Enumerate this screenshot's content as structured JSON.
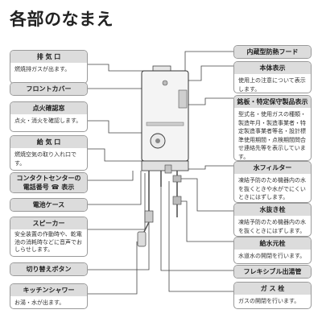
{
  "title": "各部のなまえ",
  "left": [
    {
      "key": "exhaust",
      "label": "排 気 口",
      "desc": "燃焼排ガスが出ます。"
    },
    {
      "key": "front_cover",
      "label": "フロントカバー",
      "desc": ""
    },
    {
      "key": "ignition_window",
      "label": "点火確認窓",
      "desc": "点火・消火を確認します。"
    },
    {
      "key": "intake",
      "label": "給 気 口",
      "desc": "燃焼空気の取り入れ口です。"
    },
    {
      "key": "contact_center",
      "label": "コンタクトセンターの",
      "label2": "電話番号",
      "label3": "表示",
      "desc": ""
    },
    {
      "key": "battery",
      "label": "電池ケース",
      "desc": ""
    },
    {
      "key": "speaker",
      "label": "スピーカー",
      "desc": "安全装置の作動時や、乾電池の消耗時などに音声でおしらせします。"
    },
    {
      "key": "switch_button",
      "label": "切り替えボタン",
      "desc": ""
    },
    {
      "key": "kitchen_shower",
      "label": "キッチンシャワー",
      "desc": "お湯・水が出ます。"
    }
  ],
  "right": [
    {
      "key": "internal_hood",
      "label": "内蔵型防熱フード",
      "desc": ""
    },
    {
      "key": "body_label",
      "label": "本体表示",
      "desc": "使用上の注意について表示します。"
    },
    {
      "key": "nameplate",
      "label": "銘板・特定保守製品表示",
      "desc": "型式名・使用ガスの種類・製造年月・製造事業者・特定製造事業者等名・設計標準使用期間・点検期間問合せ連絡先等を表示しています。"
    },
    {
      "key": "water_filter",
      "label": "水フィルター",
      "desc": "凍結予防のため機器内の水を抜くときや水がでにくいときにはずします。"
    },
    {
      "key": "drain_plug",
      "label": "水抜き栓",
      "desc": "凍結予防のため機器内の水を抜くときにはずします。"
    },
    {
      "key": "water_valve",
      "label": "給水元栓",
      "desc": "水道水の開閉を行います。"
    },
    {
      "key": "flexible_pipe",
      "label": "フレキシブル出湯管",
      "desc": ""
    },
    {
      "key": "gas_valve",
      "label": "ガ ス 栓",
      "desc": "ガスの開閉を行います。"
    }
  ]
}
